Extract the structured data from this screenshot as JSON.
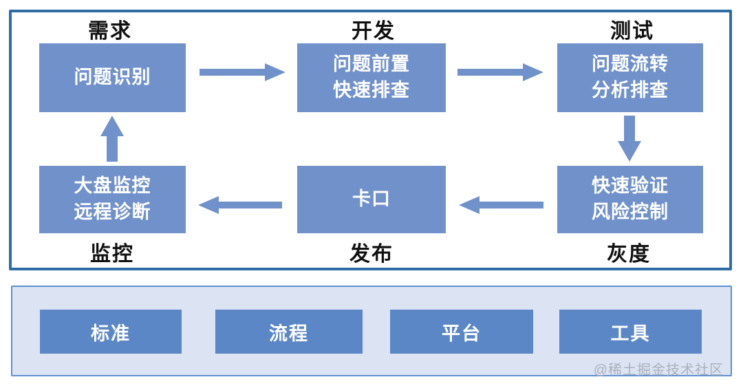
{
  "colors": {
    "top_panel_border": "#2E6DA4",
    "bottom_panel_border": "#5B8FD0",
    "bottom_panel_bg": "#DCE3F3",
    "top_box_fill": "#7191CB",
    "bottom_box_fill": "#5C87C6",
    "arrow_fill": "#7191CB",
    "box_text": "#FFFFFF",
    "label_text": "#111111",
    "watermark_text": "#AAB1BD"
  },
  "diagram": {
    "top_row": [
      {
        "stage": "需求",
        "line1": "问题识别",
        "line2": ""
      },
      {
        "stage": "开发",
        "line1": "问题前置",
        "line2": "快速排查"
      },
      {
        "stage": "测试",
        "line1": "问题流转",
        "line2": "分析排查"
      }
    ],
    "bottom_row": [
      {
        "stage": "监控",
        "line1": "大盘监控",
        "line2": "远程诊断"
      },
      {
        "stage": "发布",
        "line1": "卡口",
        "line2": ""
      },
      {
        "stage": "灰度",
        "line1": "快速验证",
        "line2": "风险控制"
      }
    ],
    "arrow_names": [
      "requirements-to-develop",
      "develop-to-test",
      "test-down-to-gray",
      "gray-to-release",
      "release-to-monitor",
      "monitor-up-to-requirements"
    ]
  },
  "foundation": {
    "items": [
      "标准",
      "流程",
      "平台",
      "工具"
    ]
  },
  "watermark": "@稀土掘金技术社区"
}
